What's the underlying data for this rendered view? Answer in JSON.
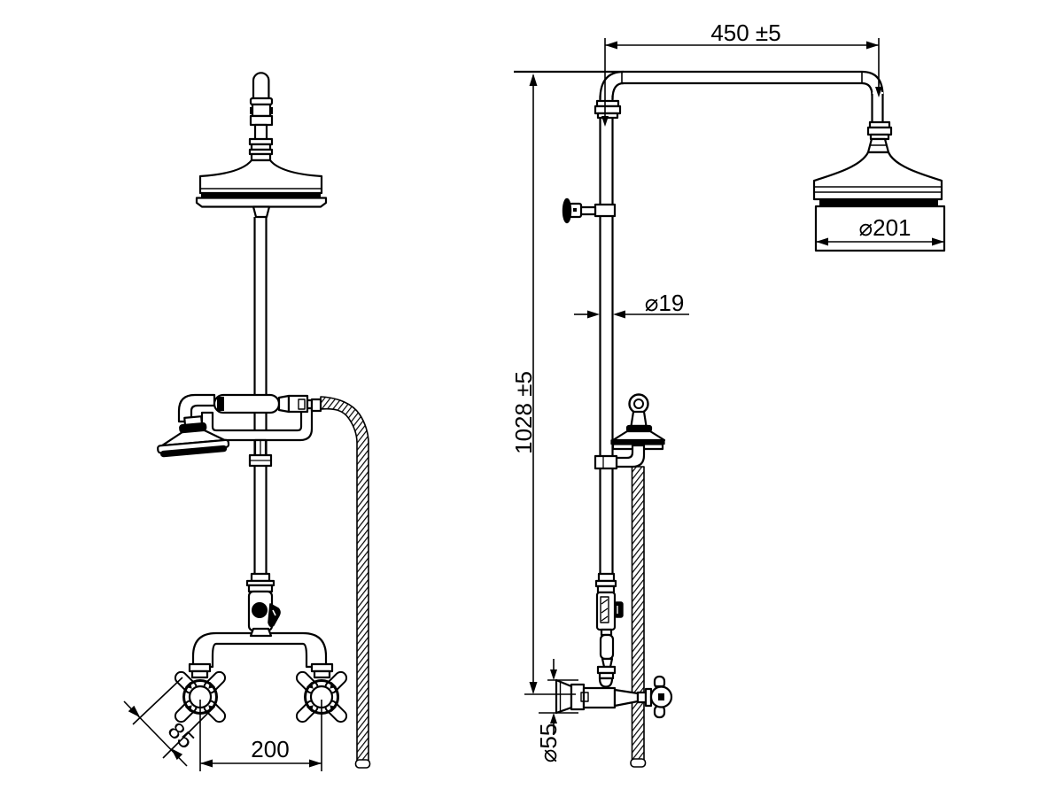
{
  "colors": {
    "background": "#ffffff",
    "line": "#000000"
  },
  "dimensions": {
    "top_width": "450 ±5",
    "total_height": "1028 ±5",
    "head_diameter": "⌀201",
    "pipe_diameter": "⌀19",
    "flange_diameter": "⌀55",
    "handle_width": "85",
    "tap_spacing": "200"
  }
}
